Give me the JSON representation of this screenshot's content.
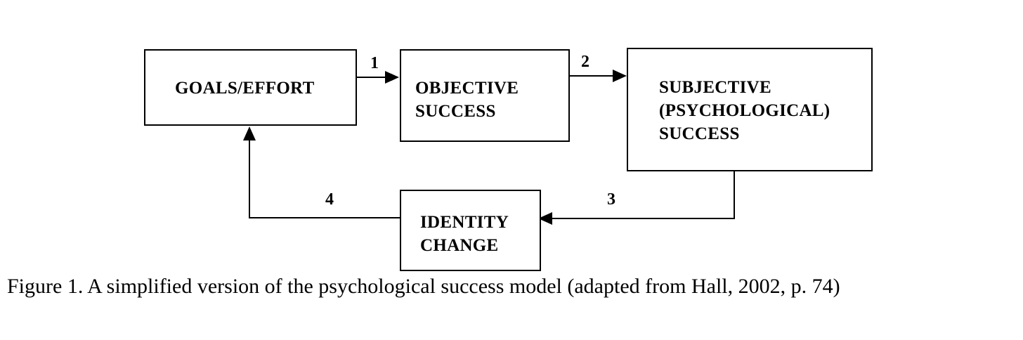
{
  "boxes": {
    "goals_effort": "GOALS/EFFORT",
    "objective_success_line1": "OBJECTIVE",
    "objective_success_line2": "SUCCESS",
    "subjective_success_line1": "SUBJECTIVE",
    "subjective_success_line2": "(PSYCHOLOGICAL)",
    "subjective_success_line3": "SUCCESS",
    "identity_change_line1": "IDENTITY",
    "identity_change_line2": "CHANGE"
  },
  "edges": {
    "goals_to_objective": "1",
    "objective_to_subjective": "2",
    "subjective_to_identity": "3",
    "identity_to_goals": "4"
  },
  "caption": "Figure 1.  A simplified version of the psychological success model (adapted from Hall, 2002, p. 74)"
}
